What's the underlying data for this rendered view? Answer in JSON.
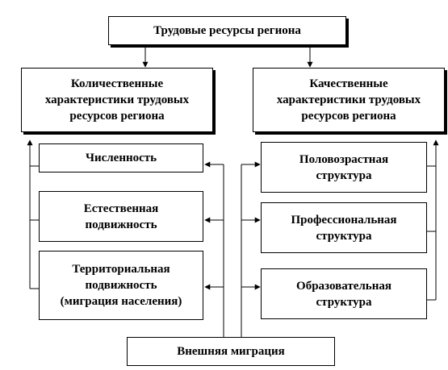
{
  "title": "Трудовые ресурсы региона",
  "left_header": "Количественные\nхарактеристики трудовых\nресурсов региона",
  "right_header": "Качественные\nхарактеристики трудовых\nресурсов региона",
  "left_items": [
    "Численность",
    "Естественная\nподвижность",
    "Территориальная\nподвижность\n(миграция населения)"
  ],
  "right_items": [
    "Половозрастная\nструктура",
    "Профессиональная\nструктура",
    "Образовательная\nструктура"
  ],
  "bottom": "Внешняя миграция"
}
